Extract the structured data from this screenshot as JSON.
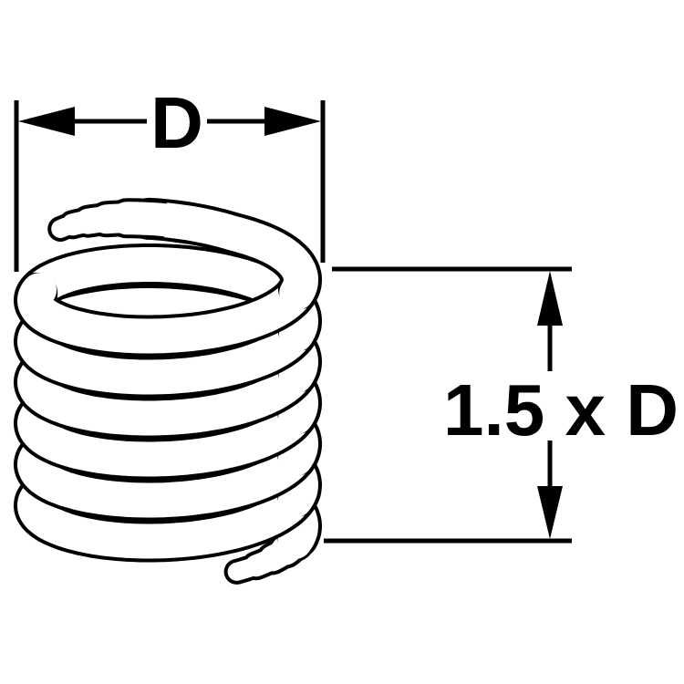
{
  "background_color": "#ffffff",
  "line_color": "#000000",
  "figure": {
    "subject": "helical-coil-thread-insert"
  },
  "dimensions": {
    "diameter": {
      "label": "D"
    },
    "height": {
      "label": "1.5 x D"
    }
  }
}
